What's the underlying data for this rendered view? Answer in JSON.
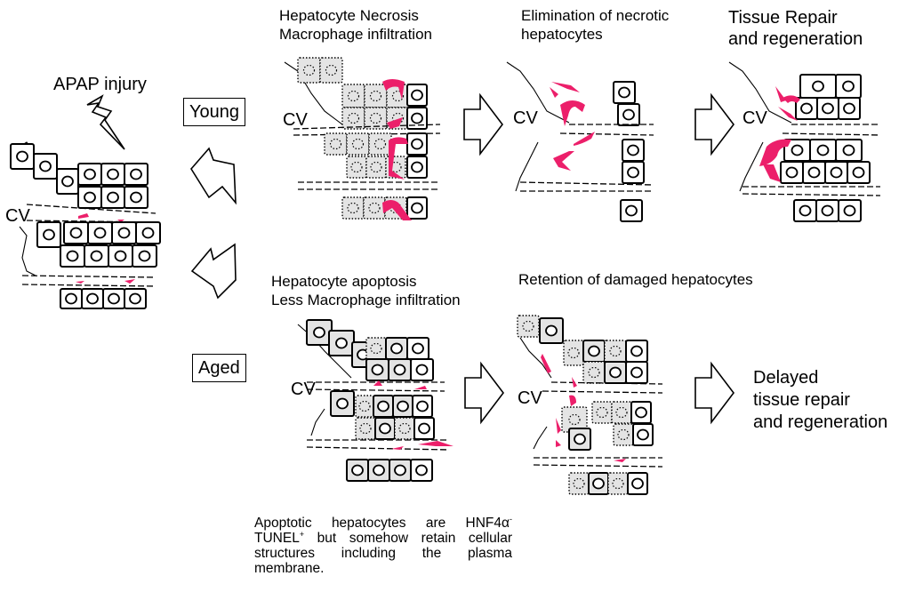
{
  "title_left": "APAP injury",
  "vessel_label": "CV",
  "groups": {
    "young": "Young",
    "aged": "Aged"
  },
  "young_row": {
    "stage1": [
      "Hepatocyte Necrosis",
      "Macrophage infiltration"
    ],
    "stage2": [
      "Elimination of necrotic",
      "hepatocytes"
    ],
    "stage3": [
      "Tissue Repair",
      "and regeneration"
    ]
  },
  "aged_row": {
    "stage1": [
      "Hepatocyte apoptosis",
      "Less Macrophage infiltration"
    ],
    "stage2": [
      "Retention of damaged hepatocytes"
    ],
    "stage3": [
      "Delayed",
      "tissue repair",
      "and regeneration"
    ]
  },
  "note": {
    "line1_pre": "Apoptotic hepatocytes are HNF4",
    "alpha": "α",
    "minus": "-",
    "line2_pre": "TUNEL",
    "plus": "+",
    "rest": " but somehow retain cellular structures including the plasma membrane."
  },
  "colors": {
    "injury_marker": "#ec1f6a",
    "damaged_cell_fill": "#e4e4e4",
    "outline": "#000000"
  },
  "icons": [
    "lightning-bolt-icon",
    "block-arrow-icon"
  ]
}
